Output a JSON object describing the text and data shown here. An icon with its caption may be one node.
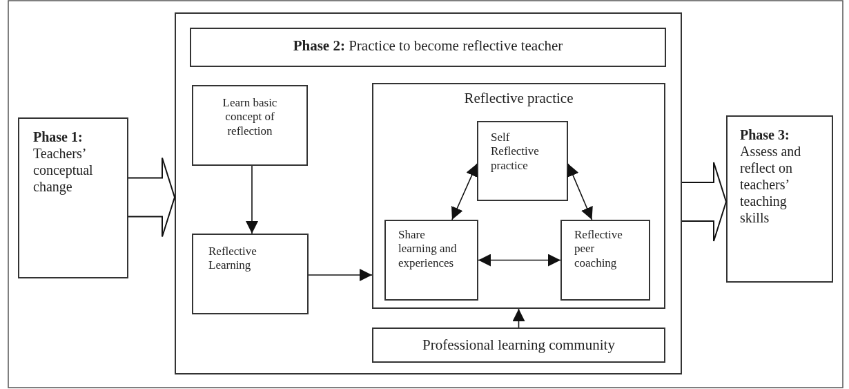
{
  "diagram": {
    "nodes": [
      {
        "text": [
          "Phase 1:",
          "Teachers’ conceptual change"
        ]
      },
      {
        "text": [],
        "shape": "box"
      },
      {
        "text": [
          "**Phase 2:** Practice to become reflective teacher"
        ],
        "in": 1
      },
      {
        "text": [
          "Learn basic concept of reflection"
        ],
        "in": 1
      },
      {
        "text": [
          "Reflective Learning"
        ],
        "in": 1
      },
      {
        "text": [
          "Reflective practice"
        ],
        "in": 1
      },
      {
        "text": [
          "Self Reflective practice"
        ],
        "in": 5
      },
      {
        "text": [
          "Share learning and experiences"
        ],
        "in": 5
      },
      {
        "text": [
          "Reflective peer coaching"
        ],
        "in": 5
      },
      {
        "text": [
          "Professional learning community"
        ],
        "in": 1
      },
      {
        "text": [
          "Phase 3:",
          "Assess and reflect on teachers’ teaching skills"
        ]
      }
    ],
    "edges": [
      {
        "from": 0,
        "to": 1,
        "arrow": "to",
        "style": "thick"
      },
      {
        "from": 1,
        "to": 10,
        "arrow": "to",
        "style": "thick"
      },
      {
        "from": 3,
        "to": 4,
        "arrow": "to"
      },
      {
        "from": 4,
        "to": 5,
        "arrow": "to"
      },
      {
        "from": 6,
        "to": 7,
        "arrow": "both"
      },
      {
        "from": 6,
        "to": 8,
        "arrow": "both"
      },
      {
        "from": 7,
        "to": 8,
        "arrow": "both"
      },
      {
        "from": 9,
        "to": 5,
        "arrow": "to"
      }
    ]
  }
}
